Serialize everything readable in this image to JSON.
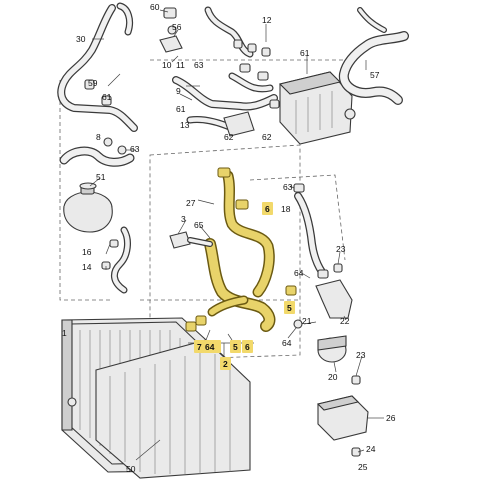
{
  "diagram": {
    "callouts": [
      {
        "id": "c60",
        "text": "60"
      },
      {
        "id": "c56",
        "text": "56"
      },
      {
        "id": "c12",
        "text": "12"
      },
      {
        "id": "c30",
        "text": "30"
      },
      {
        "id": "c59",
        "text": "59"
      },
      {
        "id": "c61a",
        "text": "61"
      },
      {
        "id": "c61b",
        "text": "61"
      },
      {
        "id": "c57",
        "text": "57"
      },
      {
        "id": "c10",
        "text": "10"
      },
      {
        "id": "c11",
        "text": "11"
      },
      {
        "id": "c63a",
        "text": "63"
      },
      {
        "id": "c9",
        "text": "9"
      },
      {
        "id": "c61c",
        "text": "61"
      },
      {
        "id": "c13",
        "text": "13"
      },
      {
        "id": "c62a",
        "text": "62"
      },
      {
        "id": "c62b",
        "text": "62"
      },
      {
        "id": "c8",
        "text": "8"
      },
      {
        "id": "c63b",
        "text": "63"
      },
      {
        "id": "c51",
        "text": "51"
      },
      {
        "id": "c27",
        "text": "27"
      },
      {
        "id": "c63c",
        "text": "63"
      },
      {
        "id": "c18",
        "text": "18"
      },
      {
        "id": "c3",
        "text": "3"
      },
      {
        "id": "c65",
        "text": "65"
      },
      {
        "id": "c23",
        "text": "23"
      },
      {
        "id": "c16",
        "text": "16"
      },
      {
        "id": "c14",
        "text": "14"
      },
      {
        "id": "c64a",
        "text": "64"
      },
      {
        "id": "c22",
        "text": "22"
      },
      {
        "id": "c21",
        "text": "21"
      },
      {
        "id": "c64b",
        "text": "64"
      },
      {
        "id": "c23b",
        "text": "23"
      },
      {
        "id": "c20",
        "text": "20"
      },
      {
        "id": "c26",
        "text": "26"
      },
      {
        "id": "c24",
        "text": "24"
      },
      {
        "id": "c25",
        "text": "25"
      },
      {
        "id": "c50",
        "text": "50"
      },
      {
        "id": "c1",
        "text": "1"
      }
    ],
    "highlighted": [
      {
        "id": "h6a",
        "text": "6"
      },
      {
        "id": "h5a",
        "text": "5"
      },
      {
        "id": "h7",
        "text": "7"
      },
      {
        "id": "h64",
        "text": "64"
      },
      {
        "id": "h5b",
        "text": "5"
      },
      {
        "id": "h6b",
        "text": "6"
      },
      {
        "id": "h2",
        "text": "2"
      }
    ],
    "colors": {
      "highlight": "#f2d96b",
      "line": "#3a3a3a",
      "part_fill": "#eaeaea"
    }
  }
}
